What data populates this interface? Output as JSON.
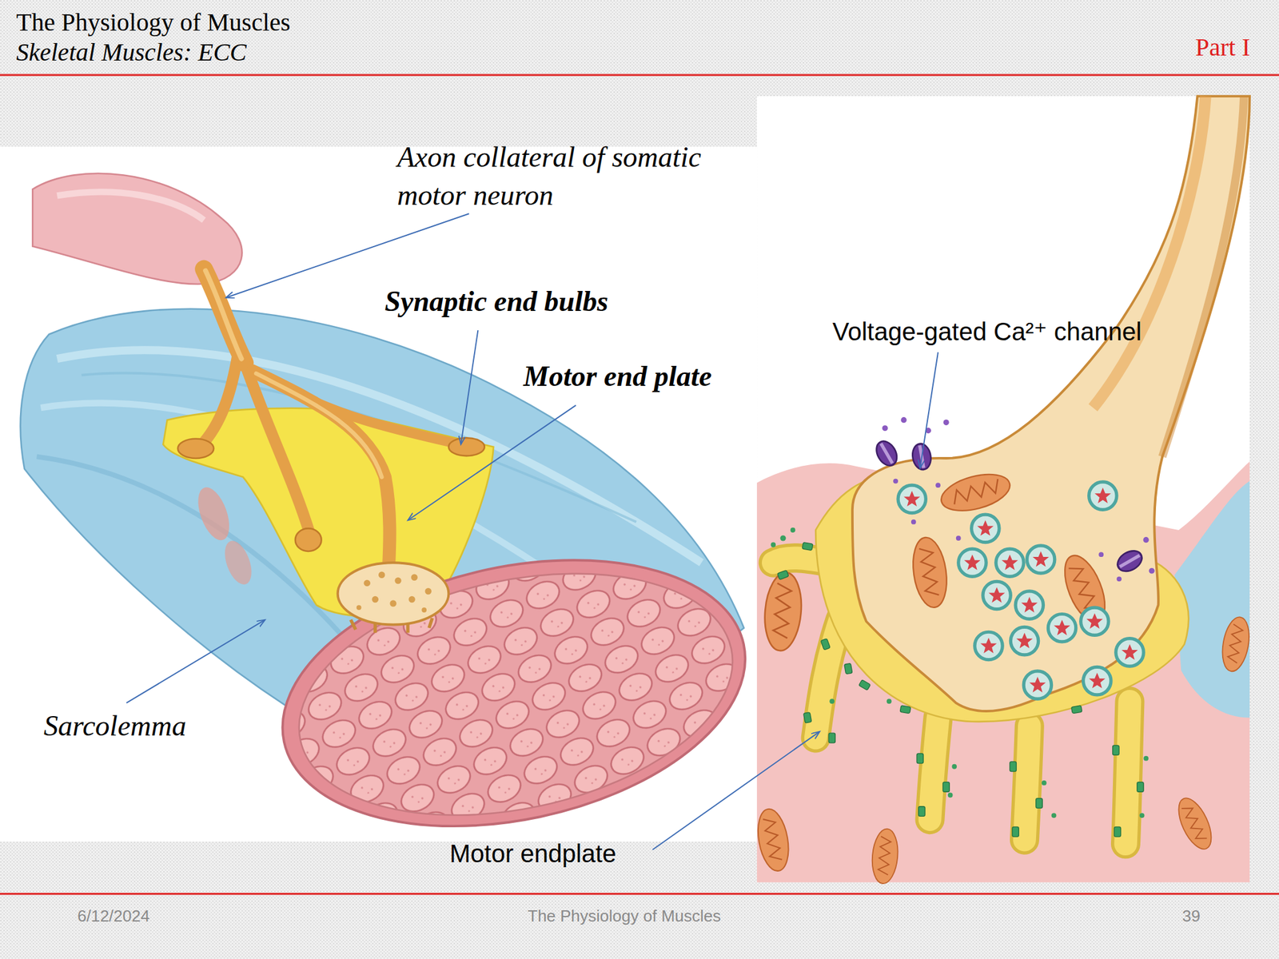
{
  "diagram": {
    "title": "The Physiology of Muscles",
    "labels": [
      "Skeletal Muscles: ECC",
      "Part I",
      "Axon collateral of somatic motor neuron",
      "Synaptic end bulbs",
      "Motor end plate",
      "Sarcolemma",
      "Voltage-gated Ca²⁺ channel",
      "Motor endplate",
      "6/12/2024",
      "The Physiology of Muscles",
      "39"
    ]
  }
}
